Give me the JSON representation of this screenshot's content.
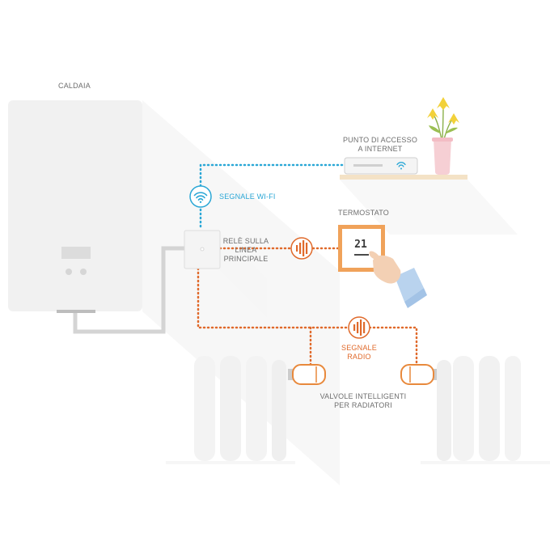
{
  "labels": {
    "boiler": "CALDAIA",
    "access_point_line1": "PUNTO DI ACCESSO",
    "access_point_line2": "A INTERNET",
    "wifi_signal": "SEGNALE WI-FI",
    "relay_line1": "RELÈ SULLA",
    "relay_line2": "LINEA",
    "relay_line3": "PRINCIPALE",
    "thermostat": "TERMOSTATO",
    "thermostat_display": "21",
    "radio_signal_line1": "SEGNALE",
    "radio_signal_line2": "RADIO",
    "valves_line1": "VALVOLE  INTELLIGENTI",
    "valves_line2": "PER RADIATORI"
  },
  "colors": {
    "wifi_link": "#2aa7d6",
    "radio_link": "#e06a2b",
    "thermostat_frame": "#f0a25a",
    "valve": "#e8893c",
    "hand_sleeve": "#b9d3ee",
    "flowers": "#f2d13a",
    "vase": "#f6cfd4",
    "appliance": "#f1f1f1",
    "pipe": "#d4d4d4"
  },
  "icons": {
    "wifi": "wifi-icon",
    "radio": "radio-signal-icon"
  }
}
